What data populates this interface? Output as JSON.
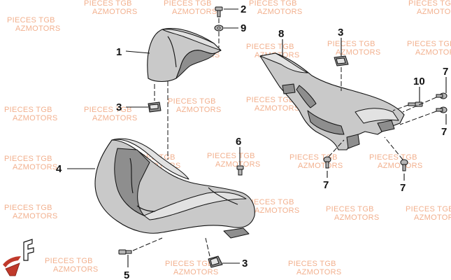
{
  "watermark": {
    "line1": "PIECES TGB",
    "line2": "AZMOTORS"
  },
  "callouts": {
    "c1": "1",
    "c2": "2",
    "c3a": "3",
    "c3b": "3",
    "c3c": "3",
    "c4": "4",
    "c5": "5",
    "c6": "6",
    "c7a": "7",
    "c7b": "7",
    "c7c": "7",
    "c7d": "7",
    "c8": "8",
    "c9": "9",
    "c10": "10"
  },
  "colors": {
    "watermark": "#f2b08e",
    "logo_red": "#c0392b"
  }
}
